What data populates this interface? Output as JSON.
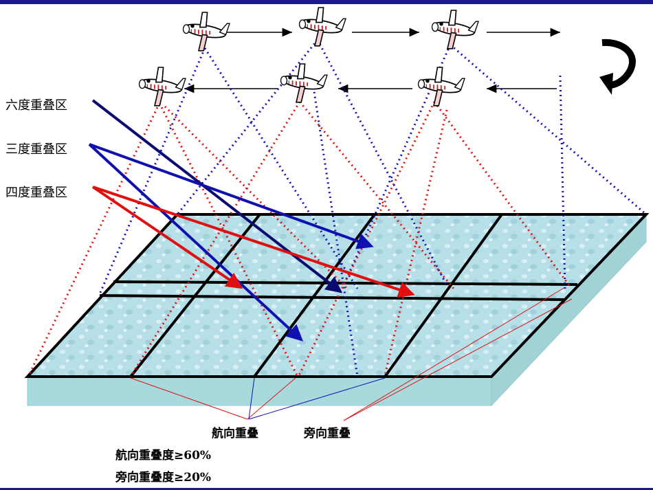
{
  "labels": {
    "six_overlap": "六度重叠区",
    "three_overlap": "三度重叠区",
    "four_overlap": "四度重叠区",
    "forward_overlap": "航向重叠",
    "side_overlap": "旁向重叠",
    "forward_rule": "航向重叠度≥60%",
    "side_rule": "旁向重叠度≥20%"
  },
  "colors": {
    "frame_bar": "#1a1a8c",
    "terrain_top": "#b8e0e8",
    "terrain_side": "#a6d8dc",
    "grid_line": "#000000",
    "ray_red": "#e01010",
    "ray_blue": "#1010b0",
    "arrow_dark": "#0a0a70"
  },
  "icons": [
    "airplane-icon",
    "u-turn-arrow-icon"
  ]
}
